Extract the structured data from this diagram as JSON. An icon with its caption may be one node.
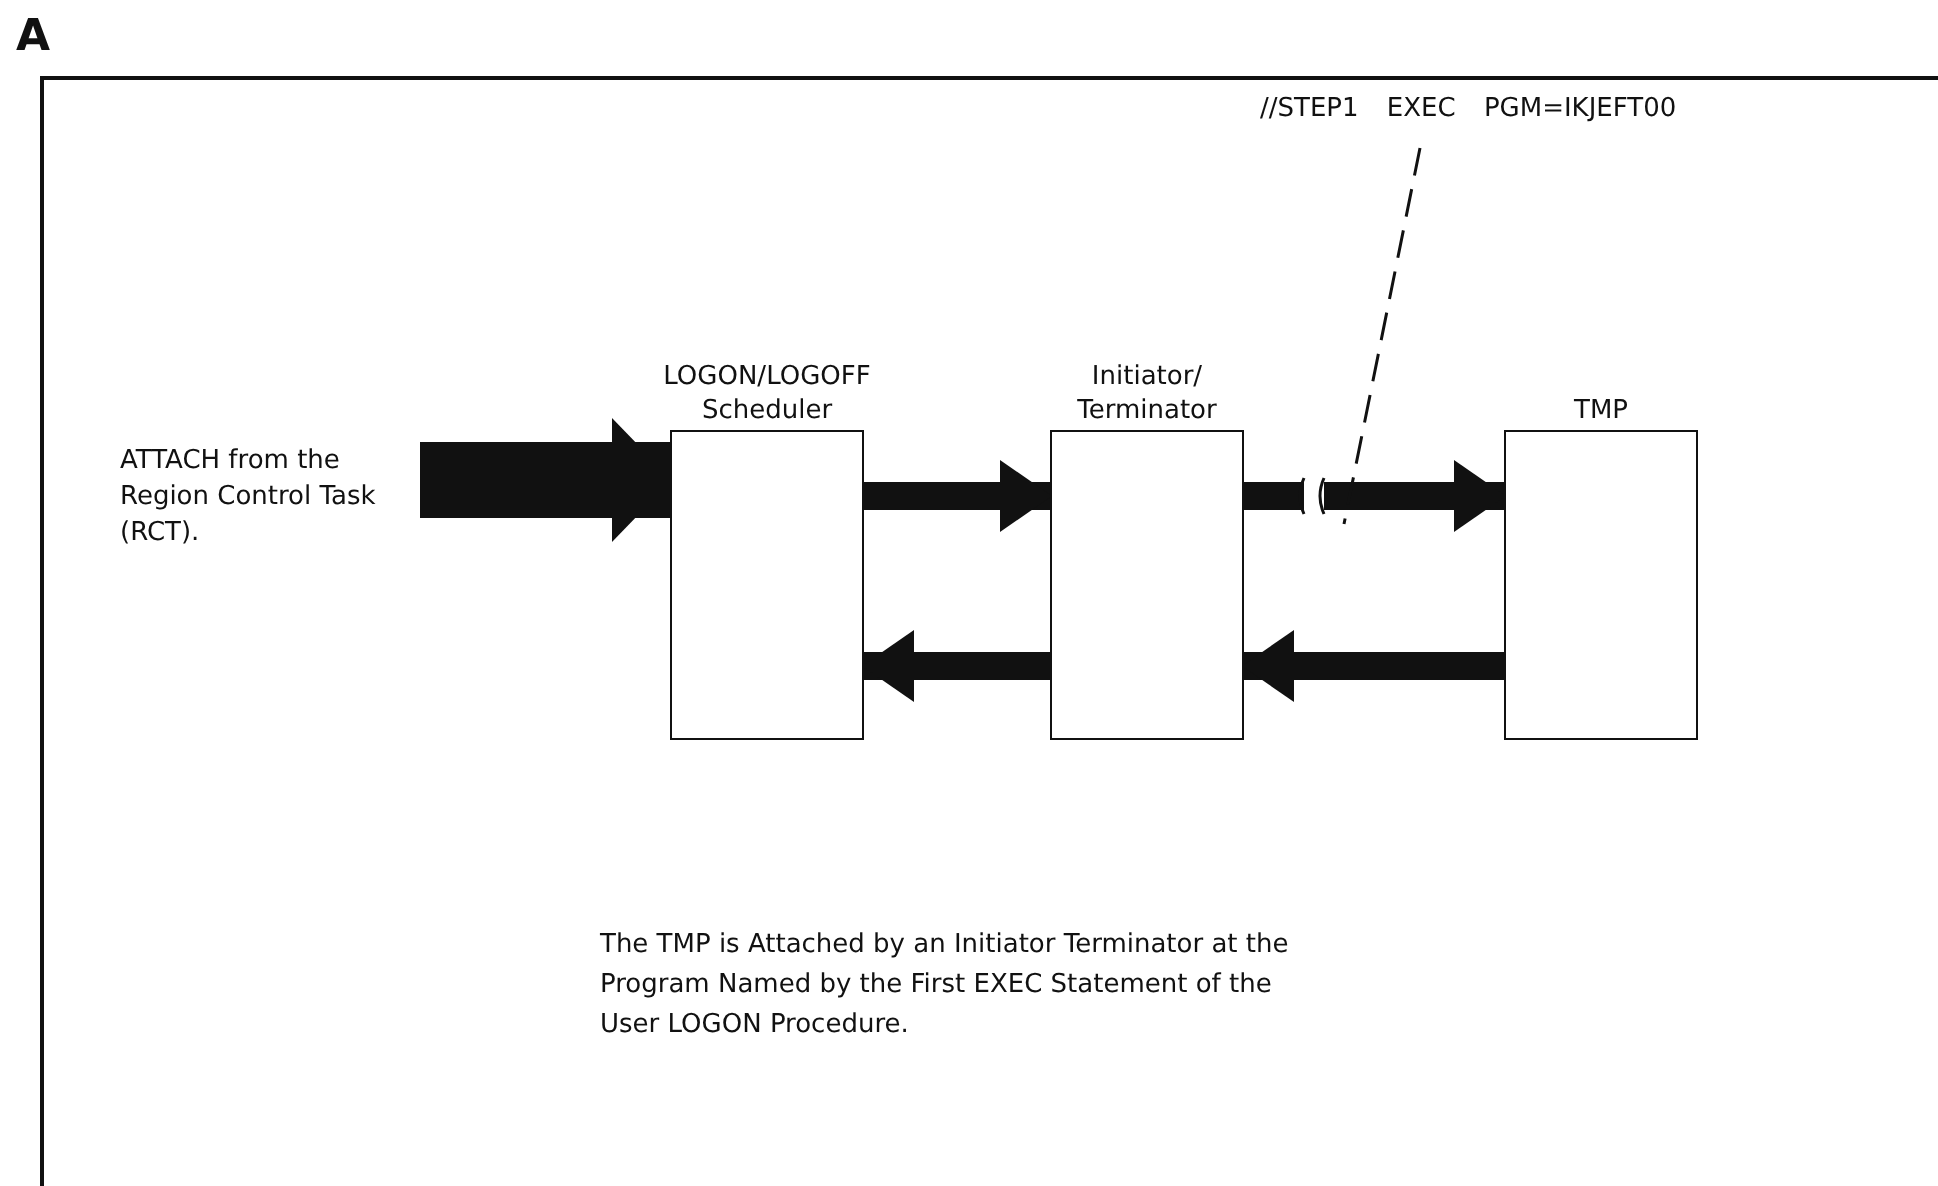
{
  "diagram": {
    "caption": "The TMP is Attached by an Initiator Terminator at the Program Named by the First EXEC Statement of the User LOGON Procedure.",
    "nodes": [
      {
        "text": [
          "ATTACH from the Region Control Task (RCT)."
        ]
      },
      {
        "text": [
          "LOGON/LOGOFF Scheduler"
        ]
      },
      {
        "text": [
          "Initiator/ Terminator"
        ]
      },
      {
        "text": [
          "TMP"
        ]
      },
      {
        "text": [
          "//STEP1 EXEC PGM=IKJEFT00"
        ]
      }
    ],
    "edges": [
      {
        "from": 0,
        "to": 1,
        "arrow": "to",
        "style": "thick"
      },
      {
        "from": 1,
        "to": 2,
        "arrow": "to"
      },
      {
        "from": 2,
        "to": 3,
        "arrow": "to"
      },
      {
        "from": 3,
        "to": 2,
        "arrow": "to"
      },
      {
        "from": 2,
        "to": 1,
        "arrow": "to"
      },
      {
        "from": 4,
        "to": null,
        "arrow": "none",
        "style": "dashed"
      }
    ],
    "labels": [
      "A"
    ]
  }
}
